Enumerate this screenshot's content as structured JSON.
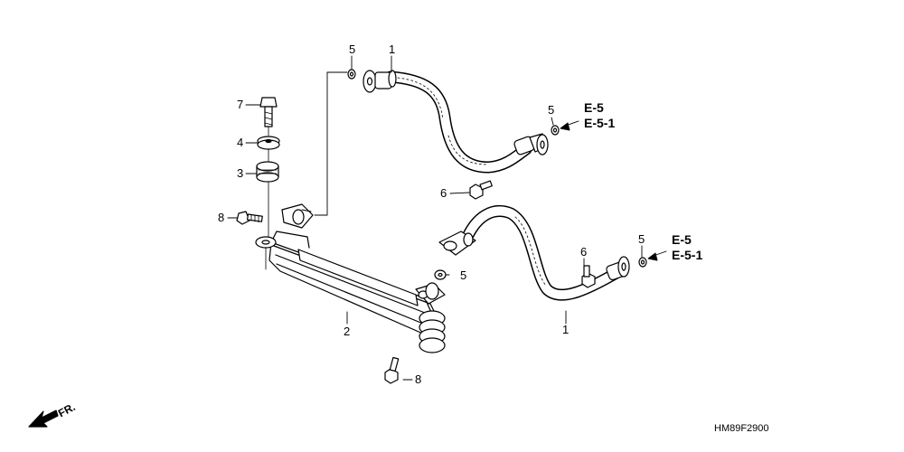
{
  "labels": {
    "hose_upper": "1",
    "hose_lower": "1",
    "cooler": "2",
    "grommet": "3",
    "collar": "4",
    "washer_top": "5",
    "washer_right_upper": "5",
    "washer_mid": "5",
    "washer_right_lower": "5",
    "bolt_upper": "6",
    "bolt_lower": "6",
    "bolt_long": "7",
    "bolt_left": "8",
    "bolt_bottom": "8"
  },
  "refs": {
    "upper_a": "E-5",
    "upper_b": "E-5-1",
    "lower_a": "E-5",
    "lower_b": "E-5-1"
  },
  "front_label": "FR.",
  "diagram_code": "HM89F2900"
}
